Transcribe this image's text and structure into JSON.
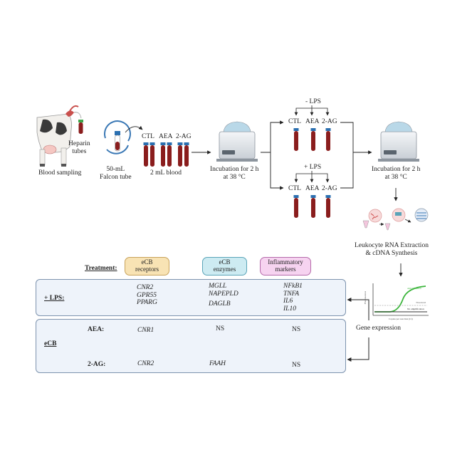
{
  "workflow": {
    "blood_sampling": "Blood sampling",
    "heparin_tubes": "Heparin\ntubes",
    "falcon_tube": "50-mL\nFalcon tube",
    "two_ml_blood": "2 mL blood",
    "incubation_1": "Incubation for 2 h\nat 38 °C",
    "incubation_2": "Incubation for 2 h\nat 38 °C",
    "minus_lps": "- LPS",
    "plus_lps": "+ LPS",
    "conditions": [
      "CTL",
      "AEA",
      "2-AG"
    ],
    "rna_extraction": "Leukocyte RNA Extraction\n& cDNA Synthesis",
    "gene_expression": "Gene expression"
  },
  "qpcr_plot": {
    "amplification": "Amplification",
    "threshold": "Threshold",
    "no_amplification": "No amplification",
    "xlabel": "Copies per reaction (Ct)",
    "ylabel": "Fluorescence"
  },
  "results": {
    "treatment_label": "Treatment:",
    "headers": {
      "receptors": "eCB\nreceptors",
      "enzymes": "eCB\nenzymes",
      "markers": "Inflammatory\nmarkers"
    },
    "lps_label": "+ LPS:",
    "lps_receptors": "CNR2\nGPR55\nPPARG",
    "lps_enzymes_up": "MGLL\nNAPEPLD",
    "lps_enzymes_down": "DAGLB",
    "lps_markers": "NFkB1\nTNFA\nIL6\nIL10",
    "ecb_label": "eCB",
    "aea_label": "AEA:",
    "aea_receptors": "CNR1",
    "aea_enzymes": "NS",
    "aea_markers": "NS",
    "ag_label": "2-AG:",
    "ag_receptors": "CNR2",
    "ag_enzymes": "FAAH",
    "ag_markers": "NS"
  },
  "colors": {
    "receptor_box": "#f8e3b4",
    "receptor_border": "#c8a25a",
    "enzyme_box": "#cdebf2",
    "enzyme_border": "#5aa4b8",
    "marker_box": "#f6d3f0",
    "marker_border": "#b56aaa",
    "panel_bg": "#eef3fa",
    "blood": "#8a1d1d",
    "tube_cap": "#2a6fb0",
    "amplification_curve": "#3cb53c"
  }
}
